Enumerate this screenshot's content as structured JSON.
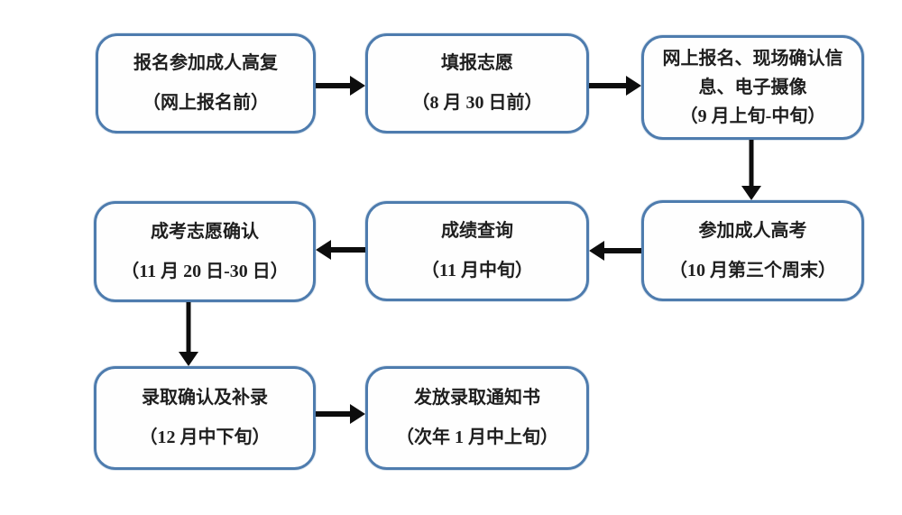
{
  "diagram": {
    "description": "成人高考报名录取流程图",
    "colors": {
      "node_border": "#4e7cae",
      "node_background": "#fefefe",
      "arrow": "#0d0d0d",
      "text": "#1f1f1f",
      "page_background": "#ffffff"
    },
    "nodes": [
      {
        "id": "step1",
        "lines": [
          "报名参加成人高复",
          "（网上报名前）"
        ]
      },
      {
        "id": "step2",
        "lines": [
          "填报志愿",
          "（8 月 30 日前）"
        ]
      },
      {
        "id": "step3",
        "lines": [
          "网上报名、现场确认信",
          "息、电子摄像",
          "（9 月上旬-中旬）"
        ]
      },
      {
        "id": "step4",
        "lines": [
          "参加成人高考",
          "（10 月第三个周末）"
        ]
      },
      {
        "id": "step5",
        "lines": [
          "成绩查询",
          "（11 月中旬）"
        ]
      },
      {
        "id": "step6",
        "lines": [
          "成考志愿确认",
          "（11 月 20 日-30 日）"
        ]
      },
      {
        "id": "step7",
        "lines": [
          "录取确认及补录",
          "（12 月中下旬）"
        ]
      },
      {
        "id": "step8",
        "lines": [
          "发放录取通知书",
          "（次年 1 月中上旬）"
        ]
      }
    ],
    "edges": [
      {
        "from": "step1",
        "to": "step2",
        "direction": "right"
      },
      {
        "from": "step2",
        "to": "step3",
        "direction": "right"
      },
      {
        "from": "step3",
        "to": "step4",
        "direction": "down"
      },
      {
        "from": "step4",
        "to": "step5",
        "direction": "left"
      },
      {
        "from": "step5",
        "to": "step6",
        "direction": "left"
      },
      {
        "from": "step6",
        "to": "step7",
        "direction": "down"
      },
      {
        "from": "step7",
        "to": "step8",
        "direction": "right"
      }
    ]
  }
}
